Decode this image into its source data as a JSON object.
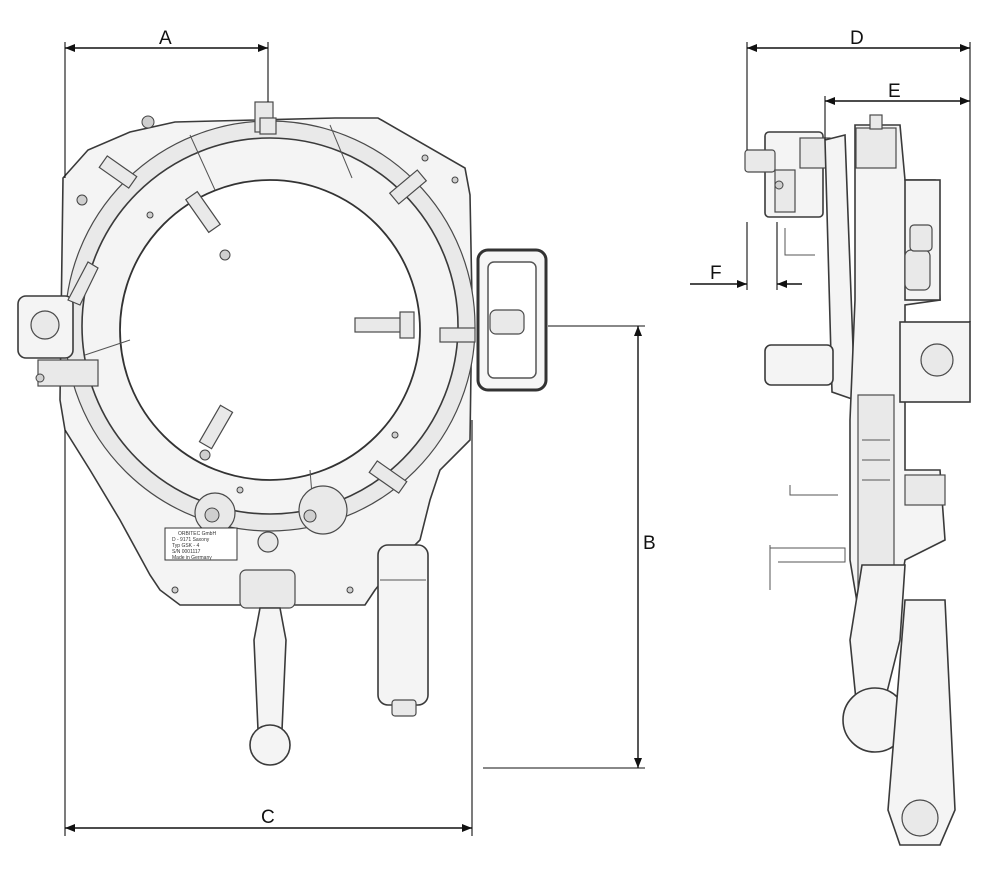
{
  "dimension_labels": {
    "a": "A",
    "b": "B",
    "c": "C",
    "d": "D",
    "e": "E",
    "f": "F"
  },
  "nameplate": {
    "line1": "ORBITEC GmbH",
    "line2": "D - 9171 Saxony",
    "line3": "Typ GSK - 4",
    "line4": "S/N 0001117",
    "line5": "Made in Germany"
  },
  "colors": {
    "line": "#111111",
    "sketch": "#3a3a3a",
    "background": "#ffffff"
  }
}
